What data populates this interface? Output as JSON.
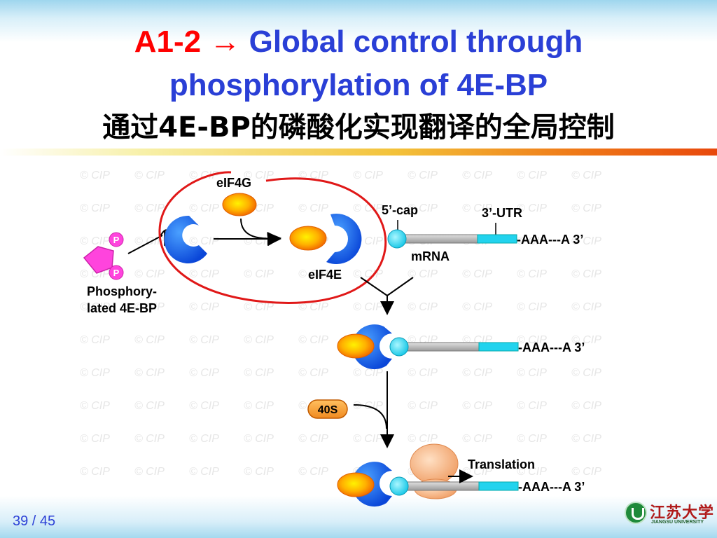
{
  "slide": {
    "title_prefix": "A1-2",
    "title_arrow": "→",
    "title_line1": "Global control through",
    "title_line2": "phosphorylation of 4E-BP",
    "title_cn": "通过4E-BP的磷酸化实现翻译的全局控制",
    "page": "39 / 45"
  },
  "watermark": "© CIP",
  "diagram": {
    "phospho_p": "P",
    "phospho_label_1": "Phosphory-",
    "phospho_label_2": "lated 4E-BP",
    "eif4g": "eIF4G",
    "eif4e": "eIF4E",
    "cap": "5’-cap",
    "utr": "3’-UTR",
    "mrna": "mRNA",
    "polya": "-AAA---A 3’",
    "ribosome_40s": "40S",
    "translation": "Translation"
  },
  "logo": {
    "name_cn": "江苏大学",
    "name_en": "JIANGSU UNIVERSITY"
  },
  "colors": {
    "title_red": "#ff0000",
    "title_blue": "#2a3fd6",
    "cap_protein_blue": "#1a5ce6",
    "eif4g_orange": "#ff8c00",
    "cap_cyan": "#22d3ee",
    "phospho_magenta": "#ff44dd",
    "highlight_red": "#e01818"
  }
}
